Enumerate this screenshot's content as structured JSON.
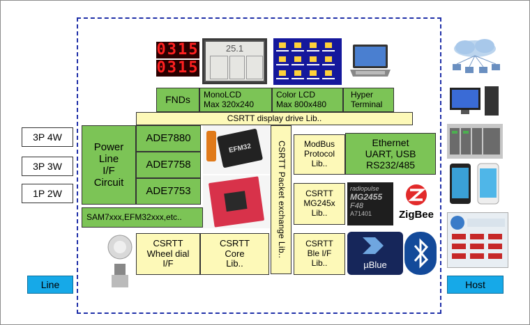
{
  "left_labels": [
    "3P 4W",
    "3P 3W",
    "1P 2W"
  ],
  "line_label": "Line",
  "host_label": "Host",
  "displays": {
    "fnds": "FNDs",
    "monolcd": [
      "MonoLCD",
      "Max 320x240"
    ],
    "colorlcd": [
      "Color LCD",
      "Max 800x480"
    ],
    "hyper": [
      "Hyper",
      "Terminal"
    ],
    "display_lib": "CSRTT display drive Lib.."
  },
  "power": [
    "Power",
    "Line",
    "I/F",
    "Circuit"
  ],
  "ade": [
    "ADE7880",
    "ADE7758",
    "ADE7753"
  ],
  "sam": "SAM7xxx,EFM32xxx,etc..",
  "packet_lib": "CSRTT Packet exchange Lib..",
  "modbus": [
    "ModBus",
    "Protocol",
    "Lib.."
  ],
  "ethernet": [
    "Ethernet",
    "UART, USB",
    "RS232/485"
  ],
  "mg245x": [
    "CSRTT",
    "MG245x",
    "Lib.."
  ],
  "ble": [
    "CSRTT",
    "Ble I/F",
    "Lib.."
  ],
  "wheel": [
    "CSRTT",
    "Wheel dial",
    "I/F"
  ],
  "core": [
    "CSRTT",
    "Core",
    "Lib.."
  ],
  "fnd_digits": [
    "0315",
    "0315"
  ],
  "mono_lcd_value": "25.1",
  "efm32_chip": "EFM32",
  "radiopulse_chip": [
    "radiopulse",
    "MG2455",
    "F48",
    "A71401"
  ],
  "zigbee": "ZigBee",
  "ublue": "µBlue",
  "colors": {
    "green": "#7cc456",
    "yellow": "#fdf9b8",
    "blue_label": "#16a9e8",
    "dash": "#1f2fa8"
  }
}
